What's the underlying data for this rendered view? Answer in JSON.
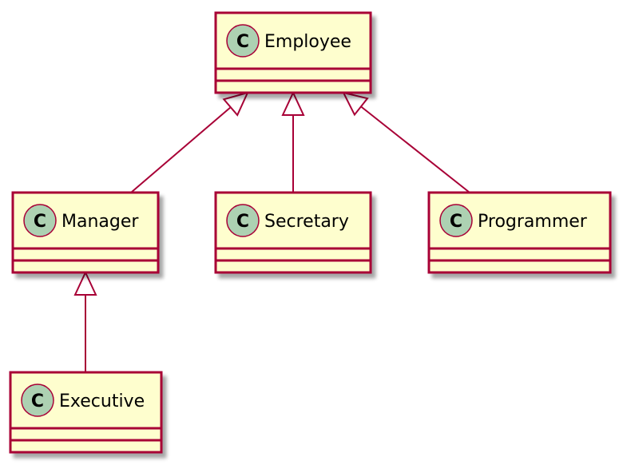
{
  "colors": {
    "box_fill": "#FEFECE",
    "box_border": "#A80036",
    "circle_fill": "#ADD1B2",
    "edge": "#A80036",
    "shadow": "#C8C8C8"
  },
  "class_glyph": "C",
  "classes": [
    {
      "id": "employee",
      "name": "Employee"
    },
    {
      "id": "manager",
      "name": "Manager"
    },
    {
      "id": "secretary",
      "name": "Secretary"
    },
    {
      "id": "programmer",
      "name": "Programmer"
    },
    {
      "id": "executive",
      "name": "Executive"
    }
  ],
  "relations": [
    {
      "type": "inheritance",
      "child": "manager",
      "parent": "employee"
    },
    {
      "type": "inheritance",
      "child": "secretary",
      "parent": "employee"
    },
    {
      "type": "inheritance",
      "child": "programmer",
      "parent": "employee"
    },
    {
      "type": "inheritance",
      "child": "executive",
      "parent": "manager"
    }
  ]
}
